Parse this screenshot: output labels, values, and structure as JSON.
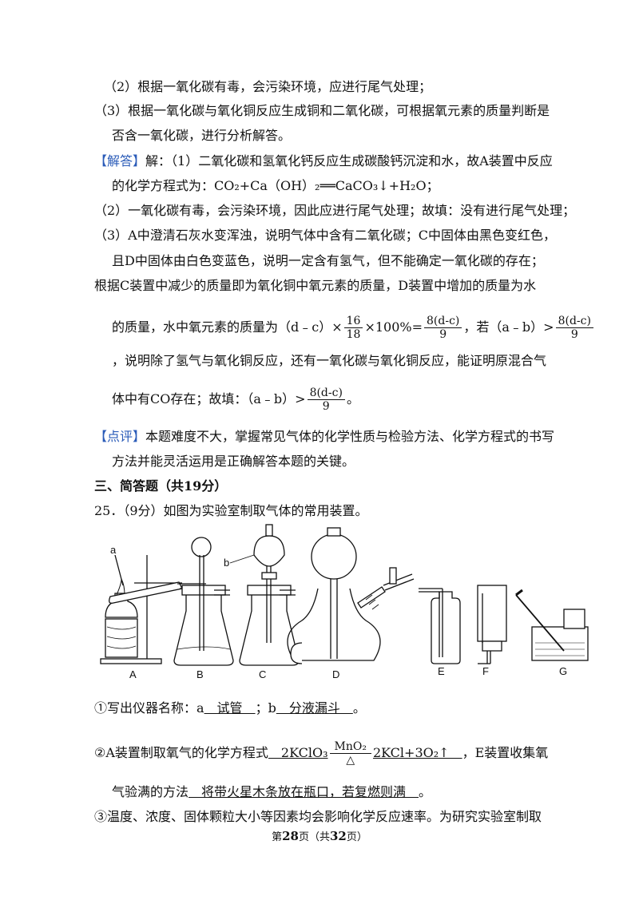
{
  "lines": {
    "l1": "（2）根据一氧化碳有毒，会污染环境，应进行尾气处理；",
    "l2": "（3）根据一氧化碳与氧化铜反应生成铜和二氧化碳，可根据氧元素的质量判断是",
    "l3": "否含一氧化碳，进行分析解答。",
    "answer_tag": "【解答】",
    "l4": "解：（1）二氧化碳和氢氧化钙反应生成碳酸钙沉淀和水，故A装置中反应",
    "l5": "的化学方程式为：CO₂+Ca（OH）₂══CaCO₃↓+H₂O；",
    "l6": "（2）一氧化碳有毒，会污染环境，因此应进行尾气处理；故填：没有进行尾气处理；",
    "l7": "（3）A中澄清石灰水变浑浊，说明气体中含有二氧化碳；C中固体由黑色变红色，",
    "l8": "且D中固体由白色变蓝色，说明一定含有氢气，但不能确定一氧化碳的存在；",
    "l9": "根据C装置中减少的质量即为氧化铜中氧元素的质量，D装置中增加的质量为水",
    "l10a": "的质量，水中氧元素的质量为（d﹣c）×",
    "l10b": "×100%=",
    "l10c": "，若（a﹣b）>",
    "frac16": "16",
    "frac18": "18",
    "frac_num": "8(d-c)",
    "frac_den": "9",
    "l11": "，说明除了氢气与氧化铜反应，还有一氧化碳与氧化铜反应，能证明原混合气",
    "l12a": "体中有CO存在；故填：（a﹣b）>",
    "l12b": "。",
    "comment_tag": "【点评】",
    "l13": "本题难度不大，掌握常见气体的化学性质与检验方法、化学方程式的书写",
    "l14": "方法并能灵活运用是正确解答本题的关键。",
    "section": "三、简答题（共19分）",
    "q25": "25．（9分）如图为实验室制取气体的常用装置。",
    "q1a": "①写出仪器名称：a",
    "q1_ans_a": "　试管　",
    "q1b": "；b",
    "q1_ans_b": "　分液漏斗　",
    "q1c": "。",
    "q2a": "②A装置制取氧气的化学方程式",
    "q2_ans_left": "　2KClO₃",
    "q2_cat": "MnO₂",
    "q2_delta": "△",
    "q2_ans_right": "2KCl+3O₂↑　",
    "q2b": "，E装置收集氧",
    "q3a": "气验满的方法",
    "q3_ans": "　将带火星木条放在瓶口，若复燃则满　",
    "q3b": "。",
    "q4": "③温度、浓度、固体颗粒大小等因素均会影响化学反应速率。为研究实验室制取"
  },
  "figure": {
    "labels": [
      "A",
      "B",
      "C",
      "D",
      "E",
      "F",
      "G"
    ],
    "pointer_a": "a",
    "pointer_b": "b"
  },
  "footer": {
    "pre": "第",
    "page": "28",
    "mid": "页（共",
    "total": "32",
    "post": "页）"
  }
}
